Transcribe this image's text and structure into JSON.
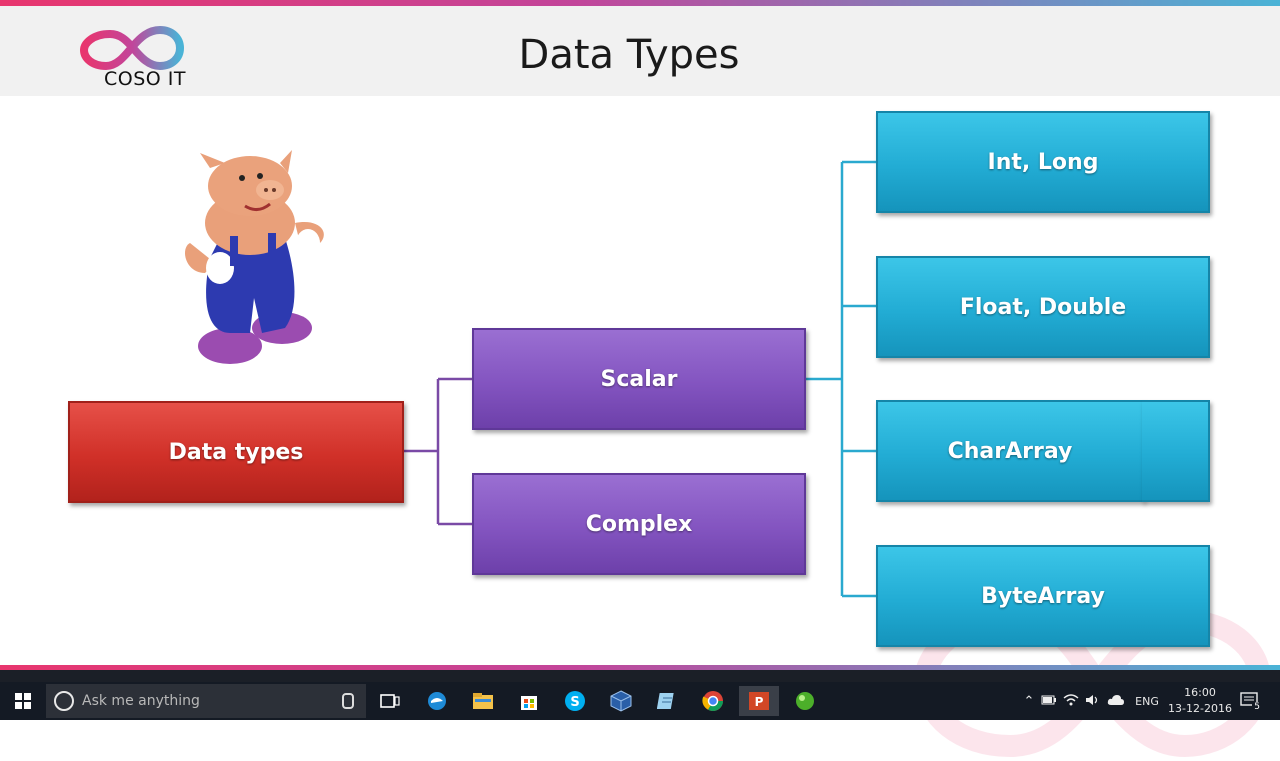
{
  "slide": {
    "title": "Data Types",
    "logo_text": "COSO IT",
    "root": "Data types",
    "level1": [
      "Scalar",
      "Complex"
    ],
    "level2": [
      "Int, Long",
      "Float, Double",
      "CharArray",
      "ByteArray"
    ]
  },
  "colors": {
    "root": "#d03028",
    "level1": "#8354c0",
    "level2": "#22acd4",
    "connector_purple": "#7a4aa6",
    "connector_blue": "#2aa9cf"
  },
  "taskbar": {
    "search_placeholder": "Ask me anything",
    "language": "ENG",
    "time": "16:00",
    "date": "13-12-2016",
    "notification_count": "5",
    "icons": [
      "windows-start-icon",
      "task-view-icon",
      "edge-icon",
      "file-explorer-icon",
      "store-icon",
      "skype-icon",
      "virtualbox-icon",
      "notepad-icon",
      "chrome-icon",
      "powerpoint-icon",
      "green-app-icon"
    ]
  }
}
